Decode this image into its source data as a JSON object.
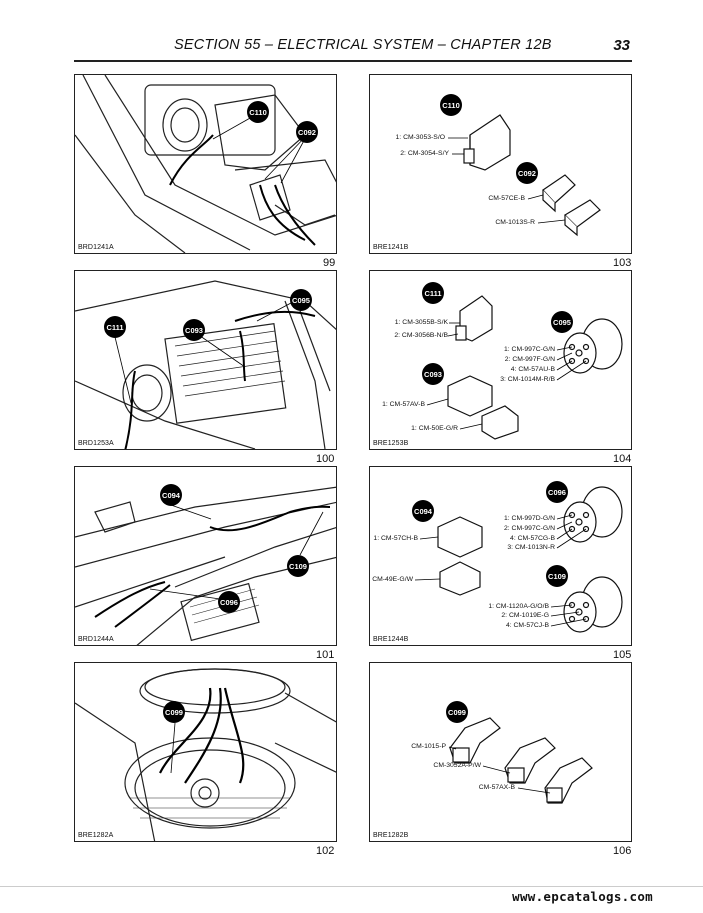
{
  "header": {
    "title": "SECTION 55 – ELECTRICAL SYSTEM – CHAPTER 12B",
    "page": "33"
  },
  "figures": [
    {
      "num": "99",
      "code": "BRD1241A",
      "badges": [
        "C110",
        "C092"
      ]
    },
    {
      "num": "103",
      "code": "BRE1241B",
      "badges": [
        "C110",
        "C092"
      ],
      "labels": [
        "1: CM-3053-S/O",
        "2: CM-3054-S/Y",
        "CM-57CE-B",
        "CM-1013S-R"
      ]
    },
    {
      "num": "100",
      "code": "BRD1253A",
      "badges": [
        "C095",
        "C111",
        "C093"
      ]
    },
    {
      "num": "104",
      "code": "BRE1253B",
      "badges": [
        "C111",
        "C095",
        "C093"
      ],
      "labels": [
        "1: CM-3055B-S/K",
        "2: CM-3056B-N/B",
        "1: CM-997C-G/N",
        "2: CM-997F-G/N",
        "4: CM-57AU-B",
        "3: CM-1014M-R/B",
        "1: CM-57AV-B",
        "1: CM-50E-G/R"
      ]
    },
    {
      "num": "101",
      "code": "BRD1244A",
      "badges": [
        "C094",
        "C109",
        "C096"
      ]
    },
    {
      "num": "105",
      "code": "BRE1244B",
      "badges": [
        "C094",
        "C096",
        "C109"
      ],
      "labels": [
        "1: CM-57CH-B",
        "1: CM-997D-G/N",
        "2: CM-997C-G/N",
        "4: CM-57CG-B",
        "3: CM-1013N-R",
        "1: CM-49E-G/W",
        "1: CM-1120A-G/O/B",
        "2: CM-1019E-G",
        "4: CM-57CJ-B"
      ]
    },
    {
      "num": "102",
      "code": "BRE1282A",
      "badges": [
        "C099"
      ]
    },
    {
      "num": "106",
      "code": "BRE1282B",
      "badges": [
        "C099"
      ],
      "labels": [
        "CM-1015-P",
        "CM-3052A-P/W",
        "CM-57AX-B"
      ]
    }
  ],
  "footer": {
    "url": "www.epcatalogs.com"
  }
}
